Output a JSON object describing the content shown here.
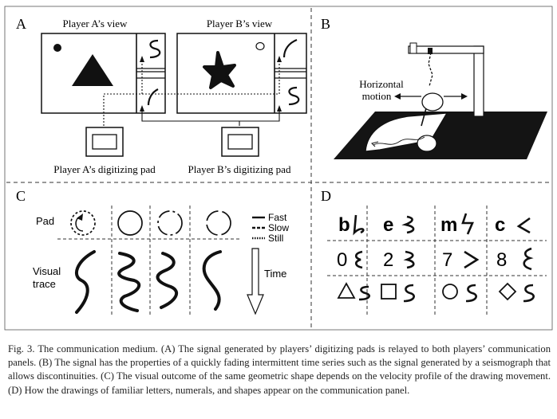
{
  "panels": {
    "a": {
      "letter": "A",
      "player_a_view": "Player A’s view",
      "player_b_view": "Player B’s view",
      "pad_a": "Player A’s digitizing pad",
      "pad_b": "Player B’s digitizing pad"
    },
    "b": {
      "letter": "B",
      "motion_line1": "Horizontal",
      "motion_line2": "motion"
    },
    "c": {
      "letter": "C",
      "pad_label": "Pad",
      "visual_line1": "Visual",
      "visual_line2": "trace",
      "legend": [
        "Fast",
        "Slow",
        "Still"
      ],
      "time_label": "Time"
    },
    "d": {
      "letter": "D",
      "glyph_pairs": [
        [
          "b",
          "e",
          "m",
          "c"
        ],
        [
          "0",
          "2",
          "7",
          "8"
        ],
        [
          "triangle",
          "square",
          "circle",
          "diamond"
        ]
      ]
    }
  },
  "caption": "Fig. 3.  The communication medium. (A) The signal generated by players’ digitizing pads is relayed to both players’ communication panels. (B) The signal has the properties of a quickly fading intermittent time series such as the signal generated by a seismograph that allows discontinuities. (C) The visual outcome of the same geometric shape depends on the velocity profile of the drawing movement. (D) How the drawings of familiar letters, numerals, and shapes appear on the communication panel."
}
